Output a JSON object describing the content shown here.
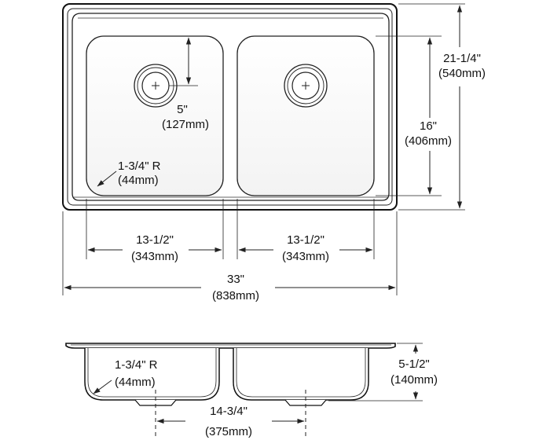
{
  "dimensions": {
    "overall_width": {
      "imperial": "33\"",
      "metric": "(838mm)"
    },
    "overall_depth": {
      "imperial": "21-1/4\"",
      "metric": "(540mm)"
    },
    "bowl_length": {
      "imperial": "16\"",
      "metric": "(406mm)"
    },
    "left_bowl_width": {
      "imperial": "13-1/2\"",
      "metric": "(343mm)"
    },
    "right_bowl_width": {
      "imperial": "13-1/2\"",
      "metric": "(343mm)"
    },
    "drain_offset": {
      "imperial": "5\"",
      "metric": "(127mm)"
    },
    "corner_radius_top": {
      "imperial": "1-3/4\" R",
      "metric": "(44mm)"
    },
    "corner_radius_side": {
      "imperial": "1-3/4\" R",
      "metric": "(44mm)"
    },
    "bowl_depth": {
      "imperial": "5-1/2\"",
      "metric": "(140mm)"
    },
    "drain_spacing": {
      "imperial": "14-3/4\"",
      "metric": "(375mm)"
    }
  }
}
